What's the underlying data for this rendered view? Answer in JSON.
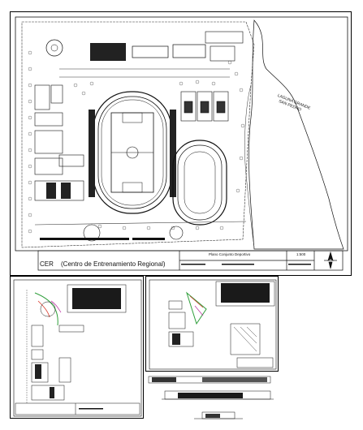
{
  "main_sheet": {
    "lagoon_label_line1": "LAGUNA GRANDE",
    "lagoon_label_line2": "SAN PEDRO",
    "title_block": {
      "project_code": "CER",
      "project_name": "(Centro de Entrenamiento Regional)",
      "drawing_title": "Plano Conjunto Deportivo",
      "scale": "1:500"
    }
  },
  "colors": {
    "linework": "#111111",
    "accent_green": "#2e9e3a",
    "accent_red": "#d93a2b",
    "accent_magenta": "#c03aa8",
    "fill_dark": "#1a1a1a"
  }
}
